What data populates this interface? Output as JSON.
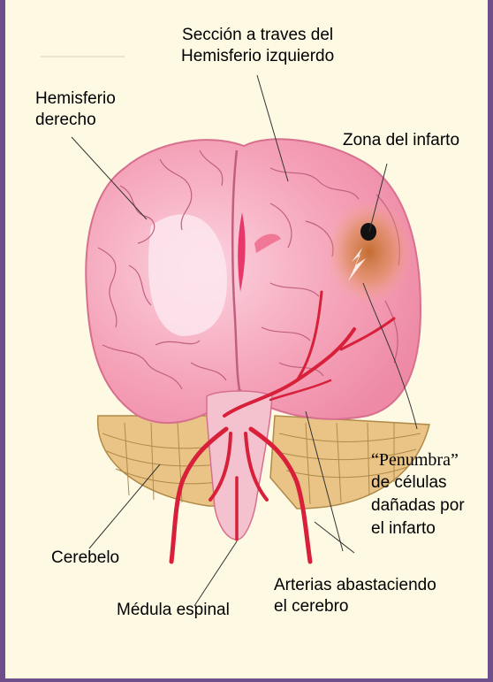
{
  "labels": {
    "seccion": [
      "Sección a traves del",
      "Hemisferio izquierdo"
    ],
    "hemisferio_derecho": [
      "Hemisferio",
      "derecho"
    ],
    "zona_infarto": "Zona del infarto",
    "penumbra": [
      "“Penumbra”",
      "de células",
      "dañadas por",
      "el infarto"
    ],
    "cerebelo": "Cerebelo",
    "arterias": [
      "Arterias abastaciendo",
      "el cerebro"
    ],
    "medula": "Médula espinal"
  },
  "colors": {
    "frame": "#6f4e8c",
    "background": "#fdf9e3",
    "brain": "#f5a3b9",
    "artery": "#d8203a",
    "infarct": "#c06a2a"
  }
}
